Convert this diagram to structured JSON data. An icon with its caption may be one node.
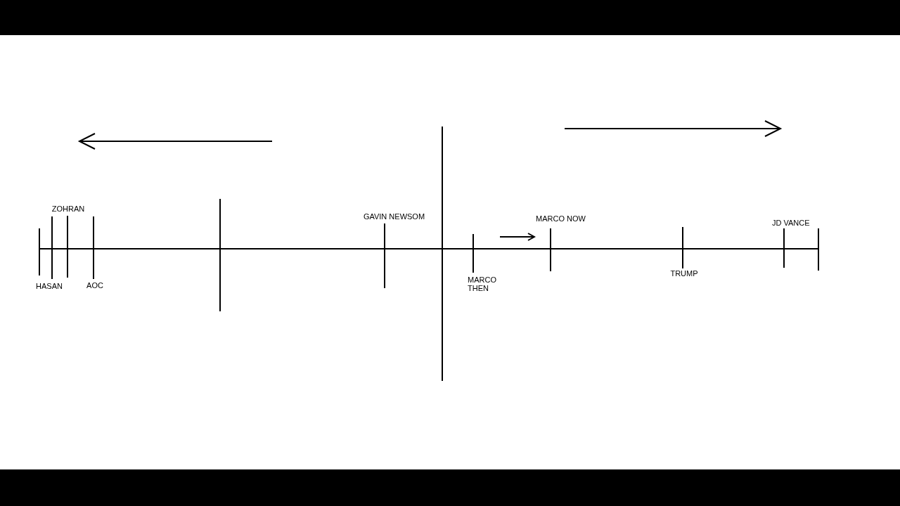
{
  "diagram": {
    "nodes": [
      {
        "text": [
          "ZOHRAN"
        ]
      },
      {
        "text": [
          "HASAN"
        ]
      },
      {
        "text": [
          "AOC"
        ]
      },
      {
        "text": [
          "GAVIN NEWSOM"
        ]
      },
      {
        "text": [
          "MARCO THEN"
        ]
      },
      {
        "text": [
          "MARCO NOW"
        ]
      },
      {
        "text": [
          "TRUMP"
        ]
      },
      {
        "text": [
          "JD VANCE"
        ]
      }
    ],
    "edges": [
      {
        "from": 4,
        "to": 5,
        "arrow": "to"
      }
    ]
  }
}
